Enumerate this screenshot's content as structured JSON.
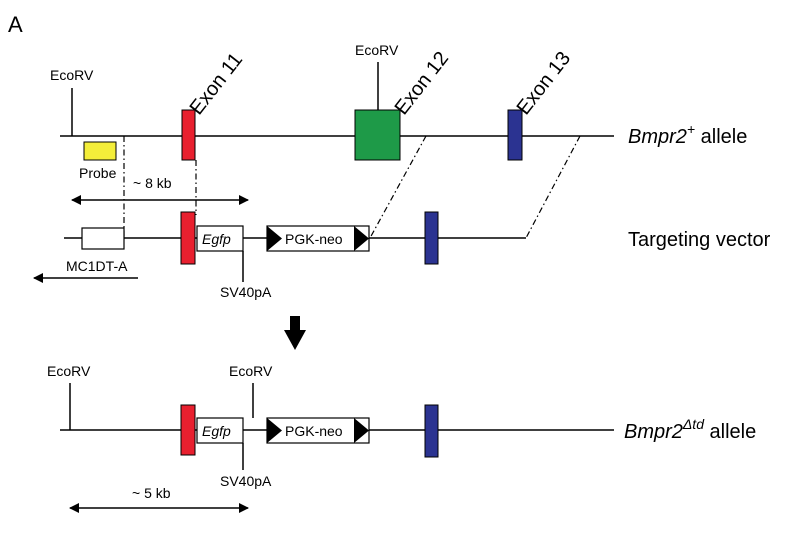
{
  "panel_label": "A",
  "top_allele": {
    "ecorv_left": "EcoRV",
    "ecorv_mid": "EcoRV",
    "exon11": "Exon 11",
    "exon12": "Exon 12",
    "exon13": "Exon 13",
    "probe": "Probe",
    "distance": "~ 8 kb",
    "name_gene": "Bmpr2",
    "name_sup": "+",
    "name_suffix": " allele"
  },
  "vector": {
    "name": "Targeting vector",
    "egfp": "Egfp",
    "pgk_neo": "PGK-neo",
    "sv40pa": "SV40pA",
    "mc1dta": "MC1DT-A"
  },
  "bottom_allele": {
    "ecorv_left": "EcoRV",
    "ecorv_mid": "EcoRV",
    "egfp": "Egfp",
    "pgk_neo": "PGK-neo",
    "sv40pa": "SV40pA",
    "distance": "~ 5 kb",
    "name_gene": "Bmpr2",
    "name_sup": "Δtd",
    "name_suffix": " allele"
  },
  "colors": {
    "exon11": "#e8202f",
    "exon12": "#1e9a48",
    "exon13": "#2b3391",
    "probe": "#f4ee3a"
  }
}
